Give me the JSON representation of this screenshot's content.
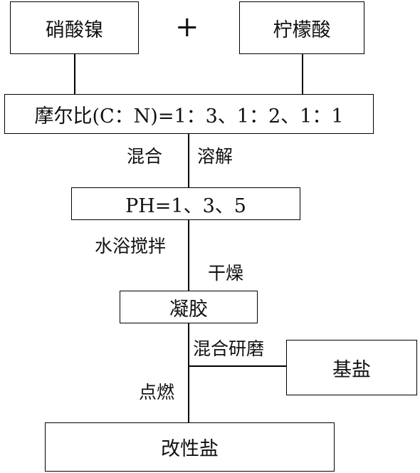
{
  "nodes": {
    "nickel_nitrate": "硝酸镍",
    "citric_acid": "柠檬酸",
    "molar_ratio": "摩尔比(C：N)=1：3、1：2、1：1",
    "ph": "PH=1、3、5",
    "gel": "凝胶",
    "base_salt": "基盐",
    "modified_salt": "改性盐"
  },
  "operator": "+",
  "steps": {
    "mix": "混合",
    "dissolve": "溶解",
    "water_bath_stir": "水浴搅拌",
    "dry": "干燥",
    "mix_grind": "混合研磨",
    "ignite": "点燃"
  }
}
